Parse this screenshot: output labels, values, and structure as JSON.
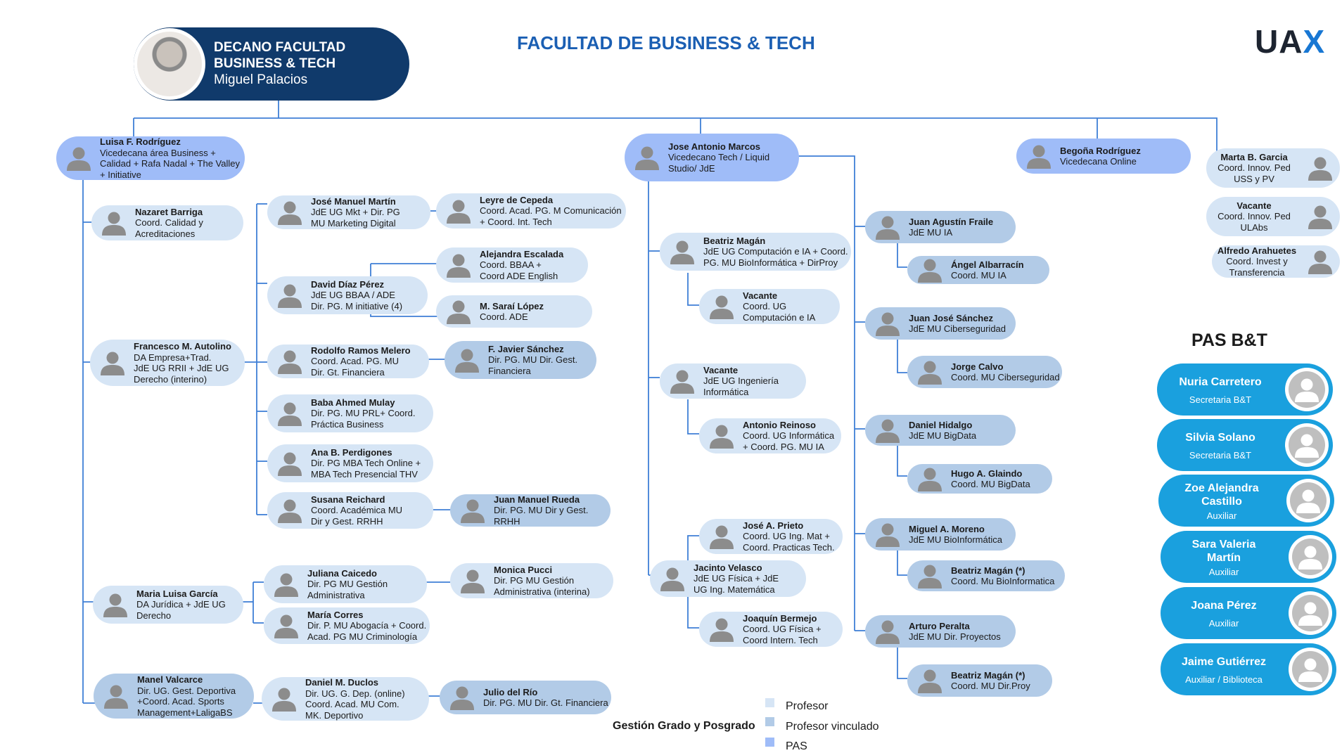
{
  "header": {
    "title": "FACULTAD DE BUSINESS & TECH",
    "logo_main": "UA",
    "logo_x": "X",
    "dean_role_line1": "DECANO FACULTAD",
    "dean_role_line2": "BUSINESS & TECH",
    "dean_name": "Miguel Palacios"
  },
  "colors": {
    "profesor": "#d6e5f5",
    "profesor_vinculado": "#b2cbe7",
    "pas": "#9fbcf8",
    "dean_bg": "#103a6b",
    "pas_card": "#1aa0de",
    "title": "#1b5fb3"
  },
  "nodes": [
    {
      "id": "luisa",
      "name": "Luisa F. Rodríguez",
      "role": "Vicedecana área Business +\nCalidad + Rafa Nadal + The Valley\n+ Initiative",
      "kind": "pas"
    },
    {
      "id": "jose_antonio",
      "name": "Jose Antonio Marcos",
      "role": "Vicedecano Tech / Liquid\nStudio/ JdE",
      "kind": "pas"
    },
    {
      "id": "begona",
      "name": "Begoña Rodríguez",
      "role": "Vicedecana Online",
      "kind": "pas"
    },
    {
      "id": "marta",
      "name": "Marta B. Garcia",
      "role": "Coord. Innov. Ped\nUSS y PV",
      "kind": "prof"
    },
    {
      "id": "vacante_ulabs",
      "name": "Vacante",
      "role": "Coord. Innov. Ped\nULAbs",
      "kind": "prof"
    },
    {
      "id": "alfredo",
      "name": "Alfredo Arahuetes",
      "role": "Coord. Invest y\nTransferencia",
      "kind": "prof"
    },
    {
      "id": "nazaret",
      "name": "Nazaret Barriga",
      "role": "Coord. Calidad y\nAcreditaciones",
      "kind": "prof"
    },
    {
      "id": "francesco",
      "name": "Francesco M. Autolino",
      "role": "DA Empresa+Trad.\nJdE UG RRII + JdE UG\nDerecho (interino)",
      "kind": "prof"
    },
    {
      "id": "maria_luisa",
      "name": "Maria Luisa García",
      "role": "DA Jurídica + JdE UG\nDerecho",
      "kind": "prof"
    },
    {
      "id": "manel",
      "name": "Manel Valcarce",
      "role": "Dir. UG. Gest. Deportiva\n+Coord. Acad. Sports\nManagement+LaligaBS",
      "kind": "vinc"
    },
    {
      "id": "jose_manuel",
      "name": "José Manuel Martín",
      "role": "JdE UG  Mkt + Dir. PG\nMU Marketing Digital",
      "kind": "prof"
    },
    {
      "id": "leyre",
      "name": "Leyre de Cepeda",
      "role": "Coord. Acad. PG. M Comunicación\n+ Coord. Int. Tech",
      "kind": "prof"
    },
    {
      "id": "david",
      "name": "David Díaz Pérez",
      "role": "JdE UG BBAA / ADE\nDir. PG. M initiative (4)",
      "kind": "prof"
    },
    {
      "id": "alejandra",
      "name": "Alejandra Escalada",
      "role": "Coord. BBAA +\nCoord ADE  English",
      "kind": "prof"
    },
    {
      "id": "sarai",
      "name": "M. Saraí López",
      "role": "Coord. ADE",
      "kind": "prof"
    },
    {
      "id": "rodolfo",
      "name": "Rodolfo Ramos Melero",
      "role": "Coord. Acad. PG. MU\nDir. Gt. Financiera",
      "kind": "prof"
    },
    {
      "id": "javier",
      "name": "F. Javier Sánchez",
      "role": "Dir. PG. MU Dir. Gest.\nFinanciera",
      "kind": "vinc"
    },
    {
      "id": "baba",
      "name": "Baba Ahmed Mulay",
      "role": "Dir. PG. MU PRL+ Coord.\nPráctica Business",
      "kind": "prof"
    },
    {
      "id": "ana",
      "name": "Ana B. Perdigones",
      "role": "Dir. PG MBA Tech Online +\nMBA Tech Presencial THV",
      "kind": "prof"
    },
    {
      "id": "susana",
      "name": "Susana Reichard",
      "role": "Coord. Académica MU\nDir y Gest. RRHH",
      "kind": "prof"
    },
    {
      "id": "juan_manuel",
      "name": "Juan Manuel Rueda",
      "role": "Dir. PG. MU Dir y Gest. RRHH",
      "kind": "vinc"
    },
    {
      "id": "juliana",
      "name": "Juliana Caicedo",
      "role": "Dir. PG MU Gestión\nAdministrativa",
      "kind": "prof"
    },
    {
      "id": "monica",
      "name": "Monica Pucci",
      "role": "Dir. PG MU Gestión\nAdministrativa (interina)",
      "kind": "prof"
    },
    {
      "id": "maria_corres",
      "name": "María Corres",
      "role": "Dir. P. MU Abogacía + Coord.\nAcad. PG MU Criminología",
      "kind": "prof"
    },
    {
      "id": "daniel_duclos",
      "name": "Daniel M. Duclos",
      "role": "Dir. UG. G. Dep. (online)\nCoord. Acad. MU Com.\nMK. Deportivo",
      "kind": "prof"
    },
    {
      "id": "julio",
      "name": "Julio del Río",
      "role": "Dir. PG. MU Dir. Gt. Financiera",
      "kind": "vinc"
    },
    {
      "id": "beatriz1",
      "name": "Beatriz Magán",
      "role": "JdE UG Computación e IA + Coord.\nPG. MU BioInformática + DirProy",
      "kind": "prof"
    },
    {
      "id": "vacante_comp",
      "name": "Vacante",
      "role": "Coord. UG\nComputación e IA",
      "kind": "prof"
    },
    {
      "id": "vacante_ing",
      "name": "Vacante",
      "role": "JdE UG Ingeniería\nInformática",
      "kind": "prof"
    },
    {
      "id": "antonio",
      "name": "Antonio Reinoso",
      "role": "Coord. UG Informática\n+ Coord. PG. MU IA",
      "kind": "prof"
    },
    {
      "id": "jose_prieto",
      "name": "José A. Prieto",
      "role": "Coord. UG Ing. Mat +\nCoord. Practicas Tech.",
      "kind": "prof"
    },
    {
      "id": "jacinto",
      "name": "Jacinto Velasco",
      "role": "JdE UG Física + JdE\nUG Ing. Matemática",
      "kind": "prof"
    },
    {
      "id": "joaquin",
      "name": "Joaquín Bermejo",
      "role": "Coord. UG Física +\nCoord Intern. Tech",
      "kind": "prof"
    },
    {
      "id": "juan_agustin",
      "name": "Juan Agustín Fraile",
      "role": "JdE MU IA",
      "kind": "vinc"
    },
    {
      "id": "angel",
      "name": "Ángel Albarracín",
      "role": "Coord. MU  IA",
      "kind": "vinc"
    },
    {
      "id": "juan_jose",
      "name": "Juan José Sánchez",
      "role": "JdE MU Ciberseguridad",
      "kind": "vinc"
    },
    {
      "id": "jorge",
      "name": "Jorge Calvo",
      "role": "Coord. MU Ciberseguridad",
      "kind": "vinc"
    },
    {
      "id": "daniel_hidalgo",
      "name": "Daniel Hidalgo",
      "role": "JdE MU BigData",
      "kind": "vinc"
    },
    {
      "id": "hugo",
      "name": "Hugo A. Glaindo",
      "role": "Coord. MU BigData",
      "kind": "vinc"
    },
    {
      "id": "miguel_moreno",
      "name": "Miguel A. Moreno",
      "role": "JdE MU BioInformática",
      "kind": "vinc"
    },
    {
      "id": "beatriz2",
      "name": "Beatriz Magán (*)",
      "role": "Coord. Mu BioInformatica",
      "kind": "vinc"
    },
    {
      "id": "arturo",
      "name": "Arturo Peralta",
      "role": "JdE MU Dir. Proyectos",
      "kind": "vinc"
    },
    {
      "id": "beatriz3",
      "name": "Beatriz Magán (*)",
      "role": "Coord. MU Dir.Proy",
      "kind": "vinc"
    }
  ],
  "pas": {
    "title": "PAS B&T",
    "people": [
      {
        "name": "Nuria Carretero",
        "role": "Secretaria B&T"
      },
      {
        "name": "Silvia  Solano",
        "role": "Secretaria B&T"
      },
      {
        "name": "Zoe Alejandra\nCastillo",
        "role": "Auxiliar"
      },
      {
        "name": "Sara Valeria\nMartín",
        "role": "Auxiliar"
      },
      {
        "name": "Joana Pérez",
        "role": "Auxiliar"
      },
      {
        "name": "Jaime Gutiérrez",
        "role": "Auxiliar / Biblioteca"
      }
    ]
  },
  "legend": {
    "items": [
      {
        "label": "Profesor",
        "color": "#d6e5f5"
      },
      {
        "label": "Profesor vinculado",
        "color": "#b2cbe7"
      },
      {
        "label": "PAS",
        "color": "#9fbcf8"
      }
    ],
    "caption": "Gestión Grado y Posgrado"
  }
}
